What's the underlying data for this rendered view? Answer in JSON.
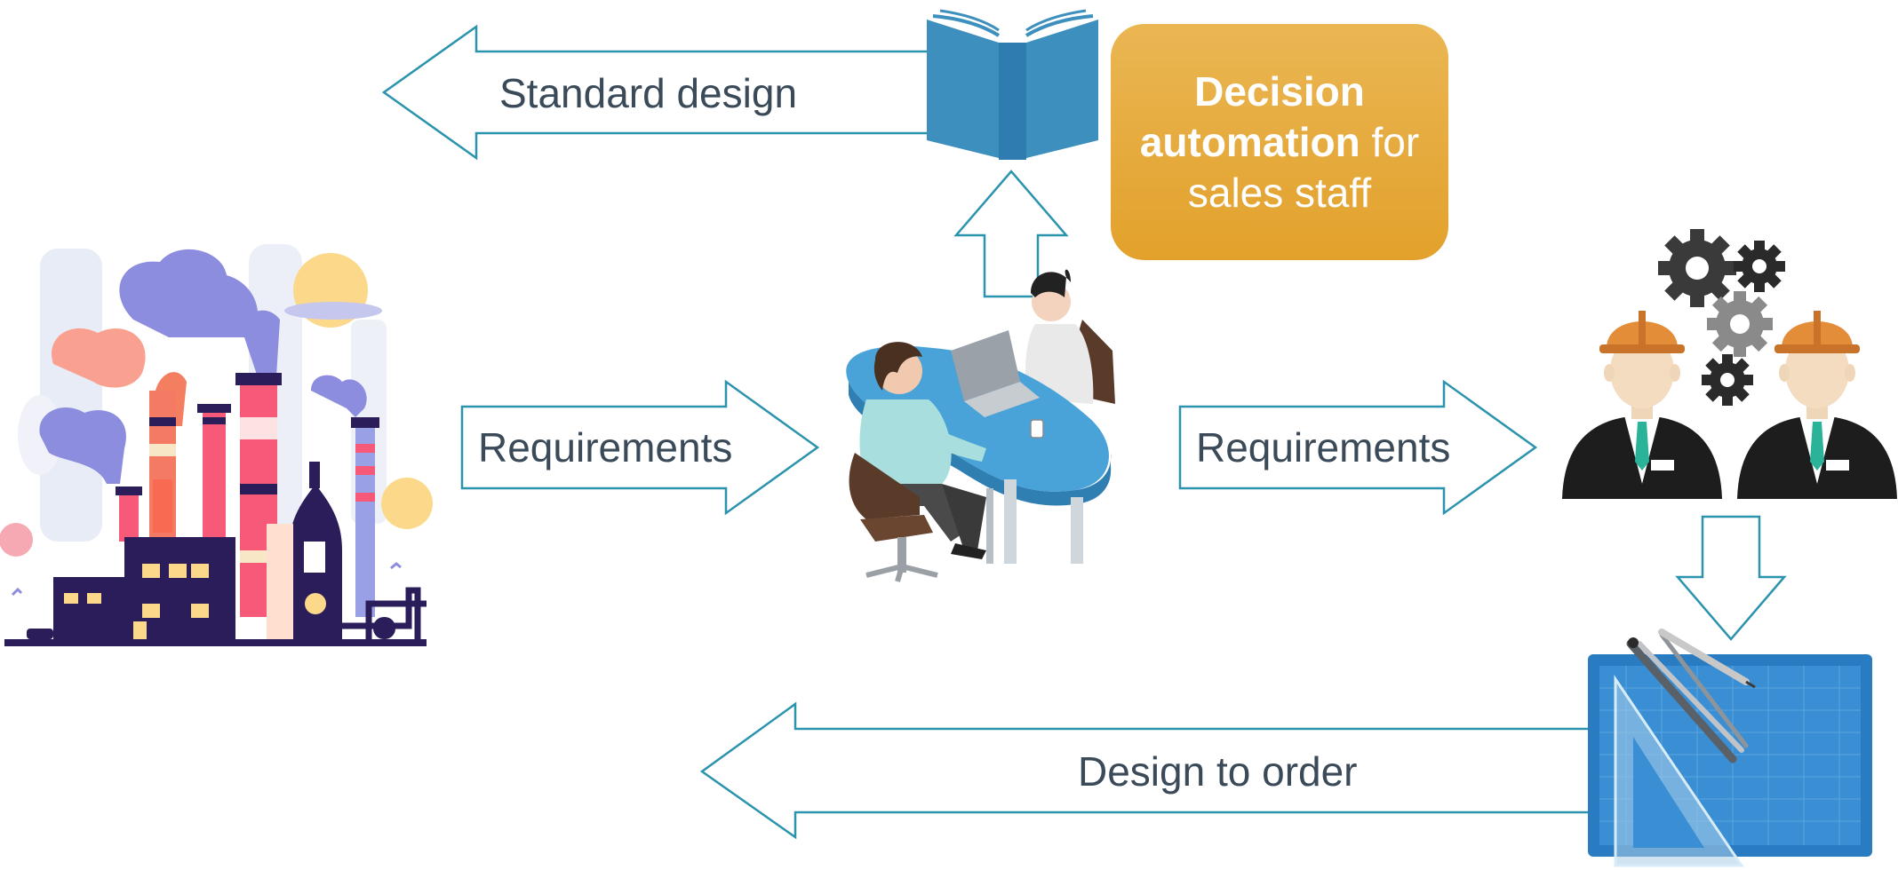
{
  "labels": {
    "standard_design": "Standard design",
    "requirements_left": "Requirements",
    "requirements_right": "Requirements",
    "design_to_order": "Design to order"
  },
  "callout": {
    "line1_bold": "Decision",
    "line2_bold": "automation",
    "line2_rest": " for",
    "line3": "sales staff"
  },
  "colors": {
    "arrow_stroke": "#2a93ad",
    "label_text": "#3a4a58",
    "callout_fill": "#e5a93a",
    "book_blue": "#3d8fbd",
    "blueprint_blue": "#2a7cc2",
    "factory_navy": "#2a1d5a",
    "desk_blue": "#4aa3d8"
  },
  "icons": {
    "factory": "factory-icon",
    "book": "book-icon",
    "meeting": "meeting-icon",
    "engineers": "engineers-icon",
    "gears": "gears-icon",
    "blueprint": "blueprint-icon"
  }
}
